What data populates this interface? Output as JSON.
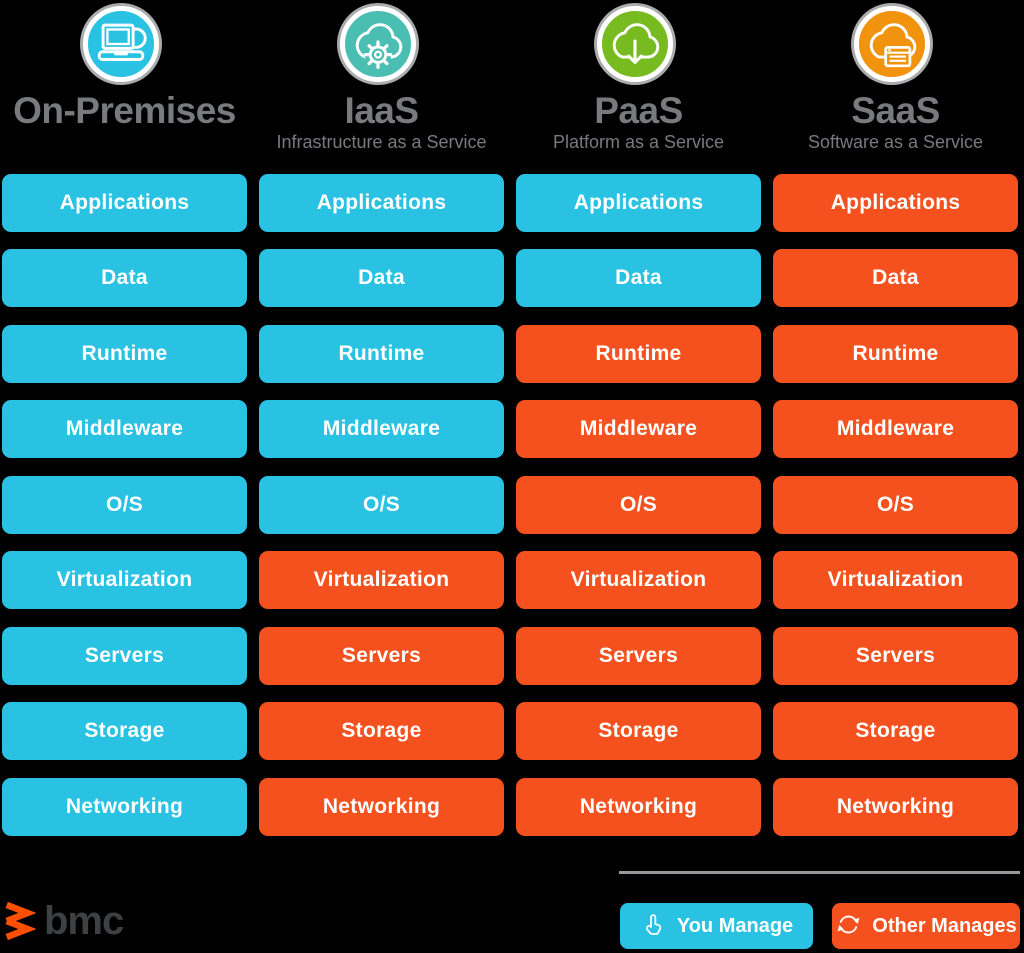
{
  "rows": [
    "Applications",
    "Data",
    "Runtime",
    "Middleware",
    "O/S",
    "Virtualization",
    "Servers",
    "Storage",
    "Networking"
  ],
  "columns": [
    {
      "title": "On-Premises",
      "subtitle": "",
      "icon": "laptop-disc-icon",
      "icon_bg": "#29C2E3",
      "cells": [
        {
          "label": "Applications",
          "managed_by": "you"
        },
        {
          "label": "Data",
          "managed_by": "you"
        },
        {
          "label": "Runtime",
          "managed_by": "you"
        },
        {
          "label": "Middleware",
          "managed_by": "you"
        },
        {
          "label": "O/S",
          "managed_by": "you"
        },
        {
          "label": "Virtualization",
          "managed_by": "you"
        },
        {
          "label": "Servers",
          "managed_by": "you"
        },
        {
          "label": "Storage",
          "managed_by": "you"
        },
        {
          "label": "Networking",
          "managed_by": "you"
        }
      ]
    },
    {
      "title": "IaaS",
      "subtitle": "Infrastructure as a Service",
      "icon": "cloud-gear-icon",
      "icon_bg": "#4BBEB3",
      "cells": [
        {
          "label": "Applications",
          "managed_by": "you"
        },
        {
          "label": "Data",
          "managed_by": "you"
        },
        {
          "label": "Runtime",
          "managed_by": "you"
        },
        {
          "label": "Middleware",
          "managed_by": "you"
        },
        {
          "label": "O/S",
          "managed_by": "you"
        },
        {
          "label": "Virtualization",
          "managed_by": "other"
        },
        {
          "label": "Servers",
          "managed_by": "other"
        },
        {
          "label": "Storage",
          "managed_by": "other"
        },
        {
          "label": "Networking",
          "managed_by": "other"
        }
      ]
    },
    {
      "title": "PaaS",
      "subtitle": "Platform as a Service",
      "icon": "cloud-download-icon",
      "icon_bg": "#78BB21",
      "cells": [
        {
          "label": "Applications",
          "managed_by": "you"
        },
        {
          "label": "Data",
          "managed_by": "you"
        },
        {
          "label": "Runtime",
          "managed_by": "other"
        },
        {
          "label": "Middleware",
          "managed_by": "other"
        },
        {
          "label": "O/S",
          "managed_by": "other"
        },
        {
          "label": "Virtualization",
          "managed_by": "other"
        },
        {
          "label": "Servers",
          "managed_by": "other"
        },
        {
          "label": "Storage",
          "managed_by": "other"
        },
        {
          "label": "Networking",
          "managed_by": "other"
        }
      ]
    },
    {
      "title": "SaaS",
      "subtitle": "Software as a Service",
      "icon": "cloud-window-icon",
      "icon_bg": "#F2930E",
      "cells": [
        {
          "label": "Applications",
          "managed_by": "other"
        },
        {
          "label": "Data",
          "managed_by": "other"
        },
        {
          "label": "Runtime",
          "managed_by": "other"
        },
        {
          "label": "Middleware",
          "managed_by": "other"
        },
        {
          "label": "O/S",
          "managed_by": "other"
        },
        {
          "label": "Virtualization",
          "managed_by": "other"
        },
        {
          "label": "Servers",
          "managed_by": "other"
        },
        {
          "label": "Storage",
          "managed_by": "other"
        },
        {
          "label": "Networking",
          "managed_by": "other"
        }
      ]
    }
  ],
  "legend": {
    "you_manage": {
      "label": "You Manage",
      "icon": "hand-point-icon",
      "color": "#29C2E3"
    },
    "other_manages": {
      "label": "Other Manages",
      "icon": "refresh-icon",
      "color": "#F4511E"
    }
  },
  "footer": {
    "brand": "bmc"
  },
  "colors": {
    "you_manage": "#29C2E3",
    "other_manages": "#F4511E",
    "heading_gray": "#797A7E",
    "divider_gray": "#97989B",
    "brand_orange": "#FE5000",
    "brand_text": "#3F4042"
  }
}
